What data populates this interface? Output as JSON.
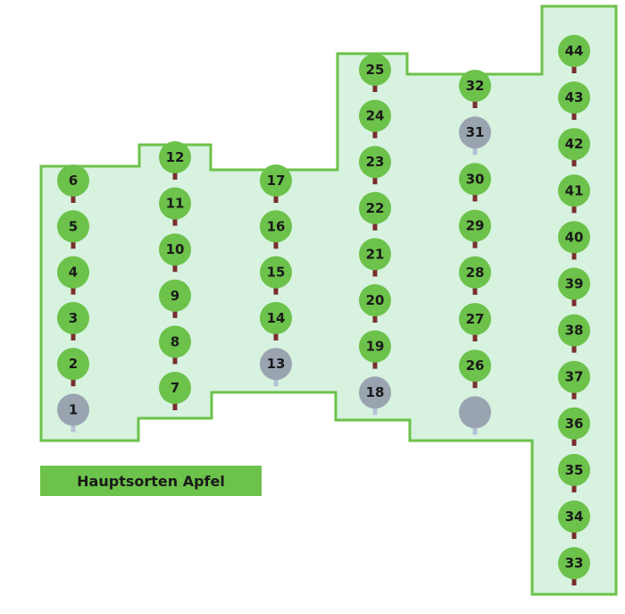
{
  "colors": {
    "area_fill": "#d7f2df",
    "area_border": "#6cc24a",
    "tree_crown": "#6cc24a",
    "tree_trunk": "#7a2e2e",
    "empty_crown": "#9aa4b1",
    "empty_trunk": "#b4c1d6"
  },
  "legend": {
    "label": "Hauptsorten Apfel"
  },
  "rows": [
    {
      "trees": [
        {
          "label": "6",
          "type": "apple"
        },
        {
          "label": "5",
          "type": "apple"
        },
        {
          "label": "4",
          "type": "apple"
        },
        {
          "label": "3",
          "type": "apple"
        },
        {
          "label": "2",
          "type": "apple"
        },
        {
          "label": "1",
          "type": "empty"
        }
      ]
    },
    {
      "trees": [
        {
          "label": "12",
          "type": "apple"
        },
        {
          "label": "11",
          "type": "apple"
        },
        {
          "label": "10",
          "type": "apple"
        },
        {
          "label": "9",
          "type": "apple"
        },
        {
          "label": "8",
          "type": "apple"
        },
        {
          "label": "7",
          "type": "apple"
        }
      ]
    },
    {
      "trees": [
        {
          "label": "17",
          "type": "apple"
        },
        {
          "label": "16",
          "type": "apple"
        },
        {
          "label": "15",
          "type": "apple"
        },
        {
          "label": "14",
          "type": "apple"
        },
        {
          "label": "13",
          "type": "empty"
        }
      ]
    },
    {
      "trees": [
        {
          "label": "25",
          "type": "apple"
        },
        {
          "label": "24",
          "type": "apple"
        },
        {
          "label": "23",
          "type": "apple"
        },
        {
          "label": "22",
          "type": "apple"
        },
        {
          "label": "21",
          "type": "apple"
        },
        {
          "label": "20",
          "type": "apple"
        },
        {
          "label": "19",
          "type": "apple"
        },
        {
          "label": "18",
          "type": "empty"
        }
      ]
    },
    {
      "trees": [
        {
          "label": "32",
          "type": "apple"
        },
        {
          "label": "31",
          "type": "empty"
        },
        {
          "label": "30",
          "type": "apple"
        },
        {
          "label": "29",
          "type": "apple"
        },
        {
          "label": "28",
          "type": "apple"
        },
        {
          "label": "27",
          "type": "apple"
        },
        {
          "label": "26",
          "type": "apple"
        },
        {
          "label": "",
          "type": "empty"
        }
      ]
    },
    {
      "trees": [
        {
          "label": "44",
          "type": "apple"
        },
        {
          "label": "43",
          "type": "apple"
        },
        {
          "label": "42",
          "type": "apple"
        },
        {
          "label": "41",
          "type": "apple"
        },
        {
          "label": "40",
          "type": "apple"
        },
        {
          "label": "39",
          "type": "apple"
        },
        {
          "label": "38",
          "type": "apple"
        },
        {
          "label": "37",
          "type": "apple"
        },
        {
          "label": "36",
          "type": "apple"
        },
        {
          "label": "35",
          "type": "apple"
        },
        {
          "label": "34",
          "type": "apple"
        },
        {
          "label": "33",
          "type": "apple"
        }
      ]
    }
  ]
}
